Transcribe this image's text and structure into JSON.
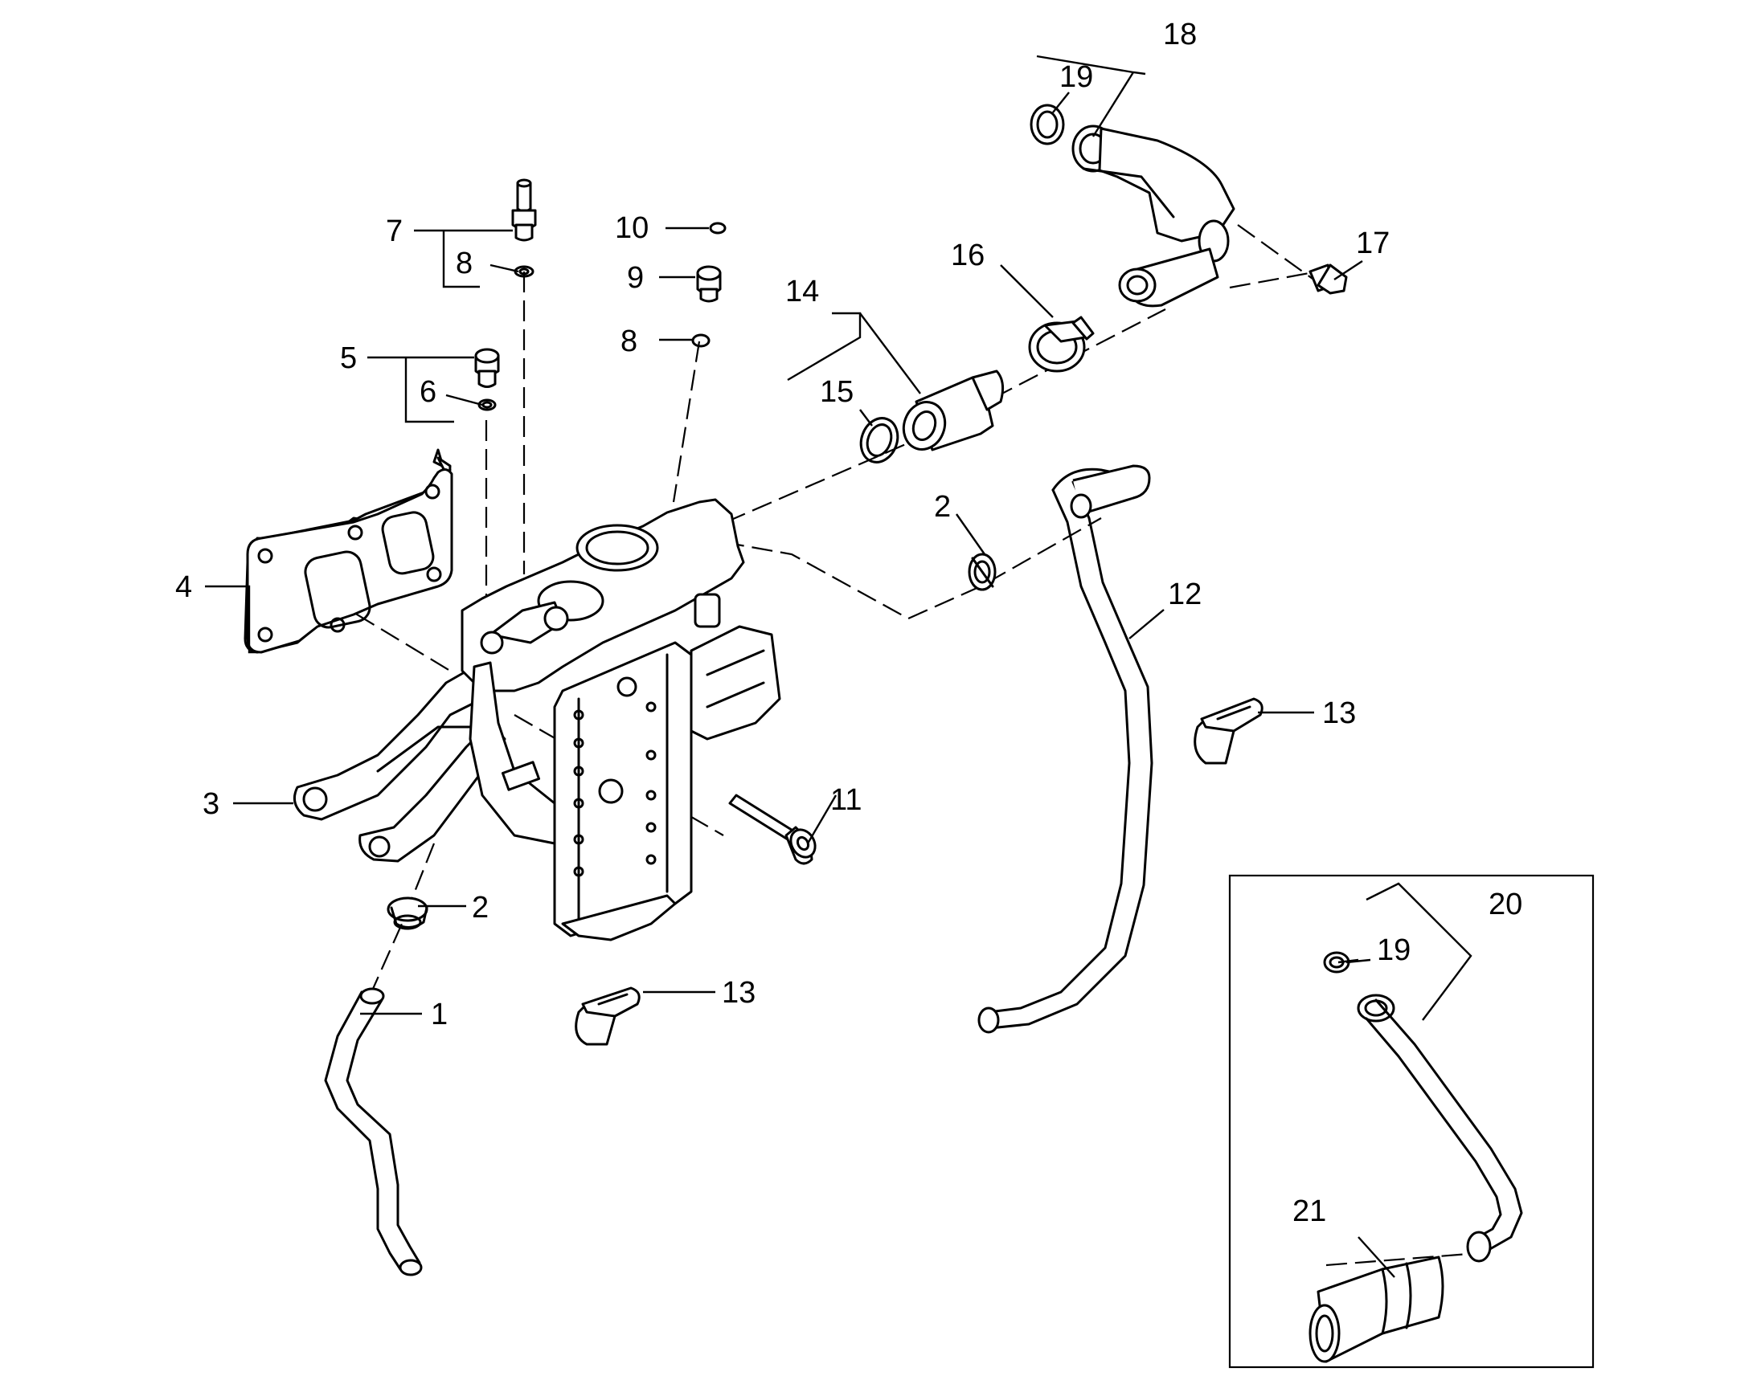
{
  "callouts": {
    "c1": "1",
    "c2a": "2",
    "c2b": "2",
    "c3": "3",
    "c4": "4",
    "c5": "5",
    "c6": "6",
    "c7": "7",
    "c8a": "8",
    "c8b": "8",
    "c9": "9",
    "c10": "10",
    "c11": "11",
    "c12": "12",
    "c13a": "13",
    "c13b": "13",
    "c14": "14",
    "c15": "15",
    "c16": "16",
    "c17": "17",
    "c18": "18",
    "c19a": "19",
    "c19b": "19",
    "c20": "20",
    "c21": "21"
  }
}
